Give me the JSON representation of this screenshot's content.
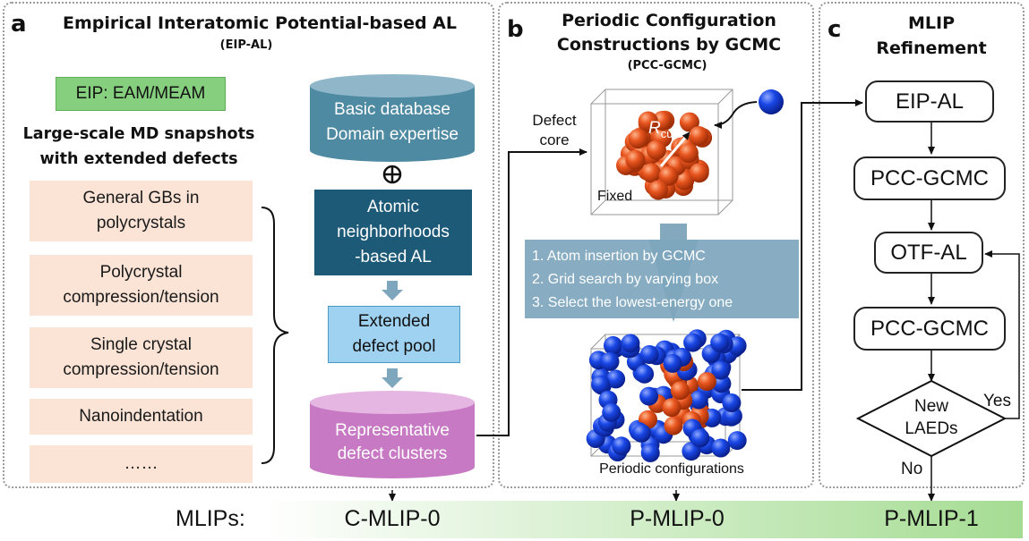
{
  "panel_a": {
    "letter": "a",
    "title": "Empirical Interatomic Potential-based AL",
    "subtitle": "(EIP-AL)",
    "eip_label": "EIP: EAM/MEAM",
    "md_heading_line1": "Large-scale MD snapshots",
    "md_heading_line2": "with extended defects",
    "cases": [
      {
        "line1": "General GBs in",
        "line2": "polycrystals"
      },
      {
        "line1": "Polycrystal",
        "line2": "compression/tension"
      },
      {
        "line1": "Single crystal",
        "line2": "compression/tension"
      },
      {
        "line1": "Nanoindentation",
        "line2": ""
      },
      {
        "line1": "……",
        "line2": ""
      }
    ],
    "database_line1": "Basic database",
    "database_line2": "Domain expertise",
    "plus_symbol": "⊕",
    "neighborhood_line1": "Atomic",
    "neighborhood_line2": "neighborhoods",
    "neighborhood_line3": "-based AL",
    "pool_line1": "Extended",
    "pool_line2": "defect pool",
    "clusters_line1": "Representative",
    "clusters_line2": "defect clusters"
  },
  "panel_b": {
    "letter": "b",
    "title_line1": "Periodic Configuration",
    "title_line2": "Constructions by GCMC",
    "subtitle": "(PCC-GCMC)",
    "defect_core_line1": "Defect",
    "defect_core_line2": "core",
    "rcut_main": "R",
    "rcut_sub": "cut",
    "fixed_label": "Fixed",
    "steps": [
      "1. Atom insertion by GCMC",
      "2. Grid search by varying box",
      "3. Select the lowest-energy one"
    ],
    "periodic_label": "Periodic configurations"
  },
  "panel_c": {
    "letter": "c",
    "title_line1": "MLIP",
    "title_line2": "Refinement",
    "flow": [
      "EIP-AL",
      "PCC-GCMC",
      "OTF-AL",
      "PCC-GCMC"
    ],
    "decision_line1": "New",
    "decision_line2": "LAEDs",
    "yes_label": "Yes",
    "no_label": "No"
  },
  "mlips": {
    "label": "MLIPs:",
    "models": [
      "C-MLIP-0",
      "P-MLIP-0",
      "P-MLIP-1"
    ]
  },
  "colors": {
    "database_teal": "#4f8aa3",
    "neighborhood_navy": "#1d5a78",
    "pool_lightblue": "#9fd1f0",
    "clusters_magenta": "#c77ac3",
    "case_pink": "#fbe3d6",
    "eip_green": "#86cf7f",
    "steps_steel": "#7ea6bd",
    "atom_orange": "#e8551f",
    "atom_blue": "#1947e6",
    "mlip_green": "#b5e3a6"
  }
}
